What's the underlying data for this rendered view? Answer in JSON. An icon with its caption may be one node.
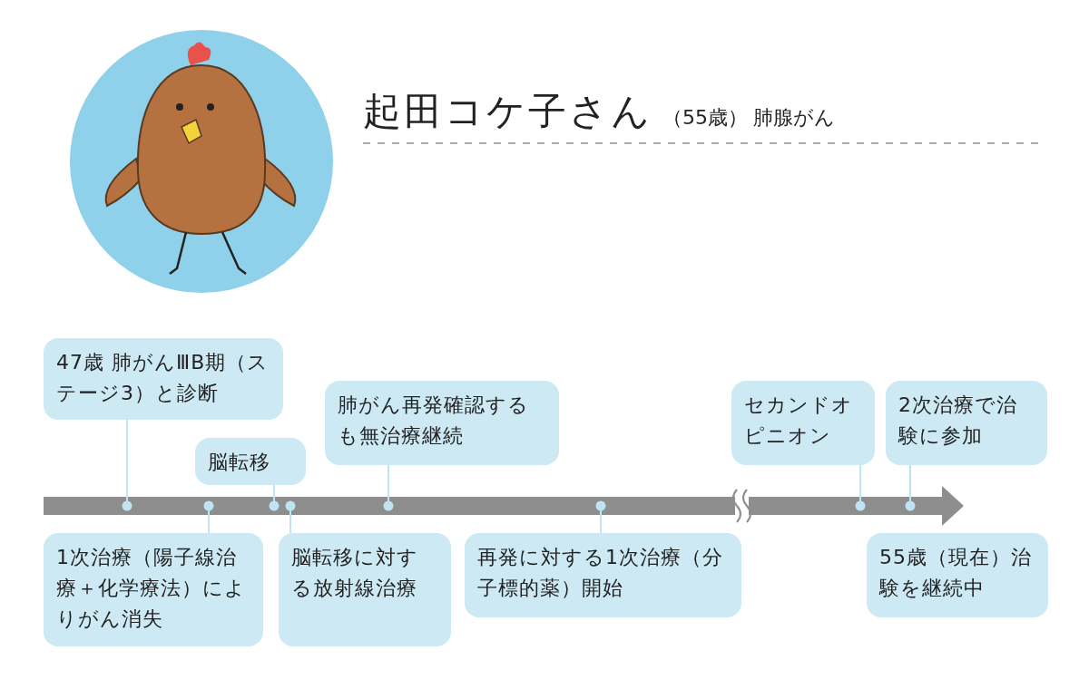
{
  "diagram": {
    "title": "起田コケ子さん",
    "nodes": [
      {
        "text": [
          "47歳 肺がんⅢB期（ステージ3）と診断"
        ]
      },
      {
        "text": [
          "脳転移"
        ]
      },
      {
        "text": [
          "肺がん再発確認するも無治療継続"
        ]
      },
      {
        "text": [
          "セカンドオピニオン"
        ]
      },
      {
        "text": [
          "2次治療で治験に参加"
        ]
      },
      {
        "text": [
          "1次治療（陽子線治療＋化学療法）によりがん消失"
        ]
      },
      {
        "text": [
          "脳転移に対する放射線治療"
        ]
      },
      {
        "text": [
          "再発に対する1次治療（分子標的薬）開始"
        ]
      },
      {
        "text": [
          "55歳（現在）治験を継続中"
        ]
      },
      {
        "text": [],
        "shape": "arrow"
      }
    ],
    "edges": [
      {
        "from": 0,
        "to": 9,
        "arrow": "other"
      },
      {
        "from": 1,
        "to": 9,
        "arrow": "other"
      },
      {
        "from": 2,
        "to": 9,
        "arrow": "other"
      },
      {
        "from": 3,
        "to": 9,
        "arrow": "other"
      },
      {
        "from": 4,
        "to": 9,
        "arrow": "other"
      },
      {
        "from": 5,
        "to": 9,
        "arrow": "other"
      },
      {
        "from": 6,
        "to": 9,
        "arrow": "other"
      },
      {
        "from": 7,
        "to": 9,
        "arrow": "other"
      }
    ],
    "labels": [
      "（55歳）",
      "肺腺がん"
    ]
  }
}
